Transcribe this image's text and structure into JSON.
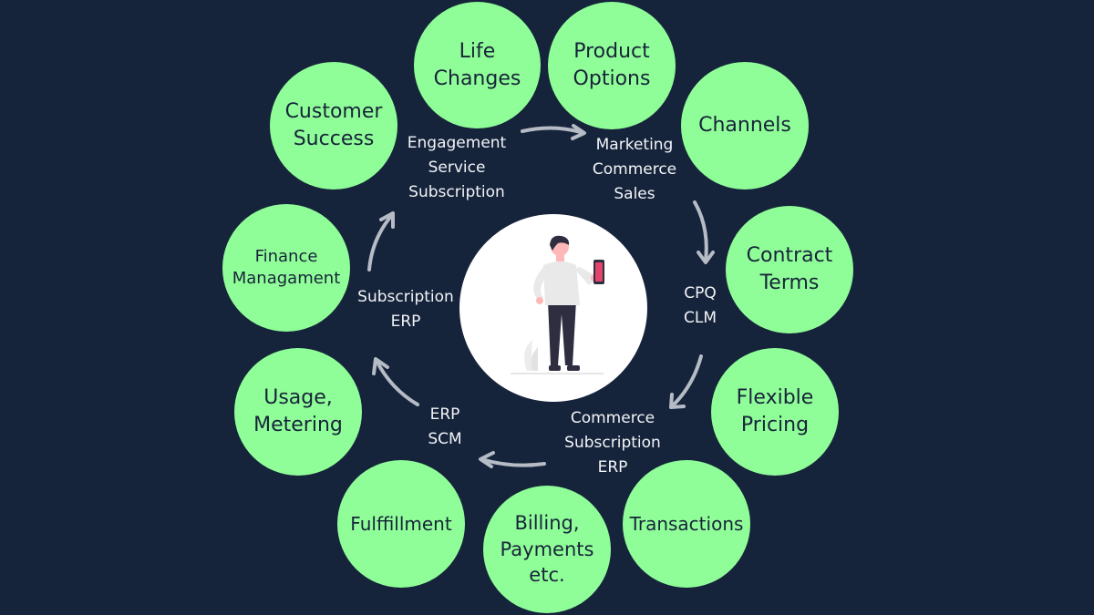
{
  "nodes": [
    {
      "id": "life-changes",
      "label": "Life\nChanges"
    },
    {
      "id": "product-options",
      "label": "Product\nOptions"
    },
    {
      "id": "channels",
      "label": "Channels"
    },
    {
      "id": "contract-terms",
      "label": "Contract\nTerms"
    },
    {
      "id": "flexible-pricing",
      "label": "Flexible\nPricing"
    },
    {
      "id": "transactions",
      "label": "Transactions"
    },
    {
      "id": "billing-payments",
      "label": "Billing,\nPayments\netc."
    },
    {
      "id": "fulfillment",
      "label": "Fulffillment"
    },
    {
      "id": "usage-metering",
      "label": "Usage,\nMetering"
    },
    {
      "id": "finance-management",
      "label": "Finance\nManagament"
    },
    {
      "id": "customer-success",
      "label": "Customer\nSuccess"
    }
  ],
  "stages": [
    {
      "id": "engagement",
      "label": "Engagement\nService\nSubscription"
    },
    {
      "id": "marketing",
      "label": "Marketing\nCommerce\nSales"
    },
    {
      "id": "cpq",
      "label": "CPQ\nCLM"
    },
    {
      "id": "commerce",
      "label": "Commerce\nSubscription\nERP"
    },
    {
      "id": "erp-scm",
      "label": "ERP\nSCM"
    },
    {
      "id": "subscription-erp",
      "label": "Subscription\nERP"
    }
  ],
  "colors": {
    "background": "#15243b",
    "node_fill": "#90fe98",
    "node_text": "#17243a",
    "stage_text": "#f2f4f7",
    "arrow": "#b6bcc6",
    "center_fill": "#ffffff",
    "phone_accent": "#e2456c"
  }
}
